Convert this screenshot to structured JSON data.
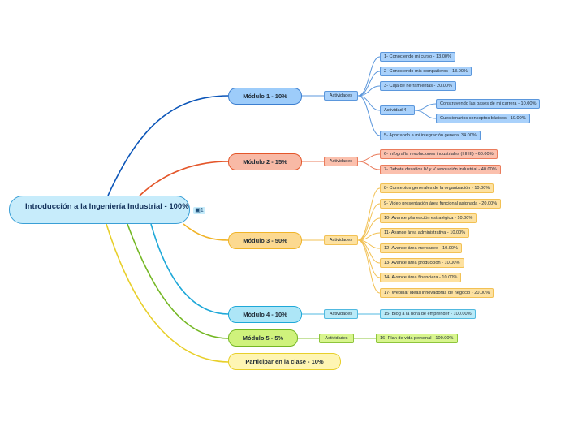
{
  "root": {
    "title": "Introducción a la Ingeniería Industrial - 100%",
    "note_count": "1"
  },
  "modules": [
    {
      "label": "Módulo 1 - 10%",
      "activities": "Actividades",
      "items": [
        "1- Conociendo mi curso - 13.00%",
        "2- Conociendo mis compañeros - 13.00%",
        "3- Caja de herramientas - 20.00%",
        "Actividad 4",
        "5- Aportando a mi integración general 34.00%"
      ],
      "subitems": [
        "Construyendo las bases de mi carrera - 10.00%",
        "Cuestionarios conceptos básicos - 10.00%"
      ]
    },
    {
      "label": "Módulo 2 - 15%",
      "activities": "Actividades",
      "items": [
        "6- Infografía revoluciones industriales (I,II,III) - 60.00%",
        "7- Debate desafíos IV y V revolución industrial - 40.00%"
      ]
    },
    {
      "label": "Módulo 3 - 50%",
      "activities": "Actividades",
      "items": [
        "8- Conceptos generales de la organización - 10.00%",
        "9- Video presentación área funcional asignada - 20.00%",
        "10- Avance planeación estratégica - 10.00%",
        "11- Avance área administrativa - 10.00%",
        "12- Avance área mercadeo - 10.00%",
        "13- Avance área producción - 10.00%",
        "14- Avance área financiera - 10.00%",
        "17- Webinar ideas innovadoras de negocio - 20.00%"
      ]
    },
    {
      "label": "Módulo 4 - 10%",
      "activities": "Actividades",
      "items": [
        "15- Blog a la hora de emprender - 100.00%"
      ]
    },
    {
      "label": "Módulo 5 - 5%",
      "activities": "Actividades",
      "items": [
        "16- Plan de vida personal - 100.00%"
      ]
    },
    {
      "label": "Participar en la clase - 10%"
    }
  ],
  "colors": {
    "m1": "#0b55b8",
    "m2": "#e4562a",
    "m3": "#f0b429",
    "m4": "#1fa8d8",
    "m5": "#74b723",
    "m6": "#e8cf2a"
  }
}
